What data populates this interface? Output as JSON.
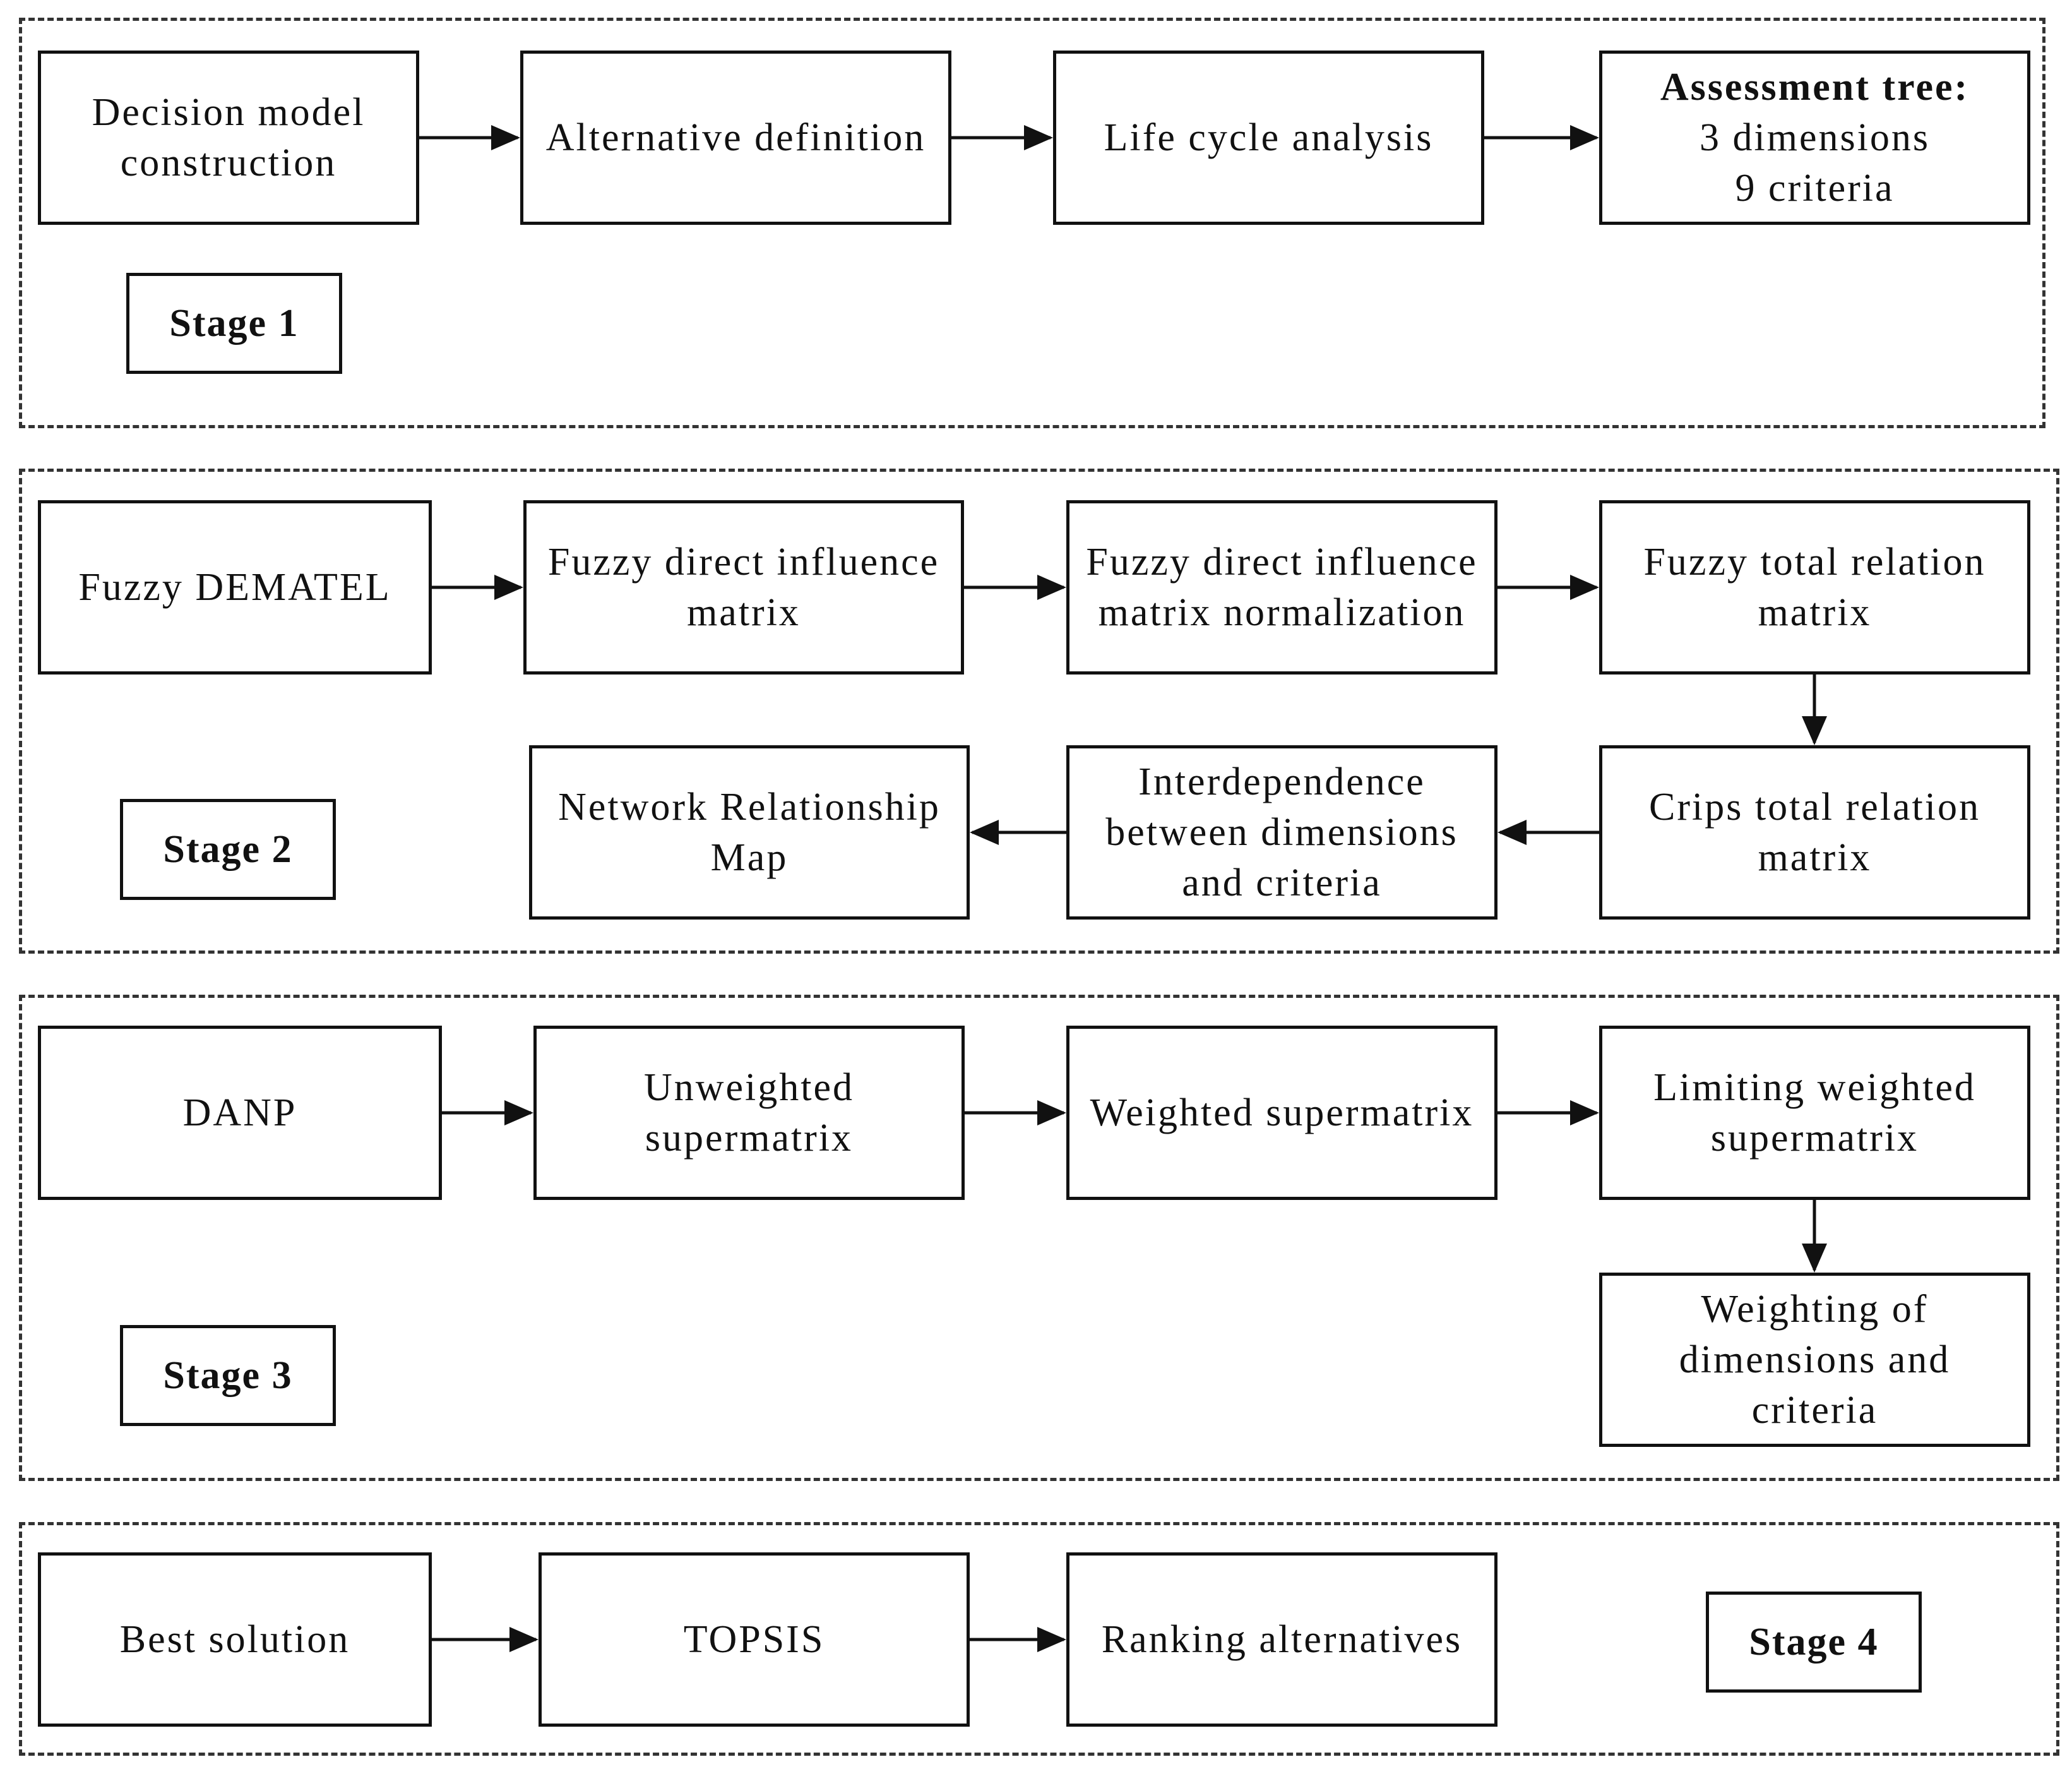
{
  "stages": [
    {
      "label": "Stage 1",
      "steps": [
        "Decision model construction",
        "Alternative definition",
        "Life cycle analysis"
      ],
      "assessment_tree": {
        "title": "Assessment tree:",
        "line1": "3 dimensions",
        "line2": "9 criteria"
      }
    },
    {
      "label": "Stage 2",
      "steps": [
        "Fuzzy DEMATEL",
        "Fuzzy direct influence matrix",
        "Fuzzy direct influence matrix normalization",
        "Fuzzy total relation matrix",
        "Crips total relation matrix",
        "Interdependence between dimensions and criteria",
        "Network Relationship Map"
      ]
    },
    {
      "label": "Stage 3",
      "steps": [
        "DANP",
        "Unweighted supermatrix",
        "Weighted supermatrix",
        "Limiting weighted supermatrix",
        "Weighting of dimensions and criteria"
      ]
    },
    {
      "label": "Stage 4",
      "steps": [
        "Best solution",
        "TOPSIS",
        "Ranking alternatives"
      ]
    }
  ]
}
